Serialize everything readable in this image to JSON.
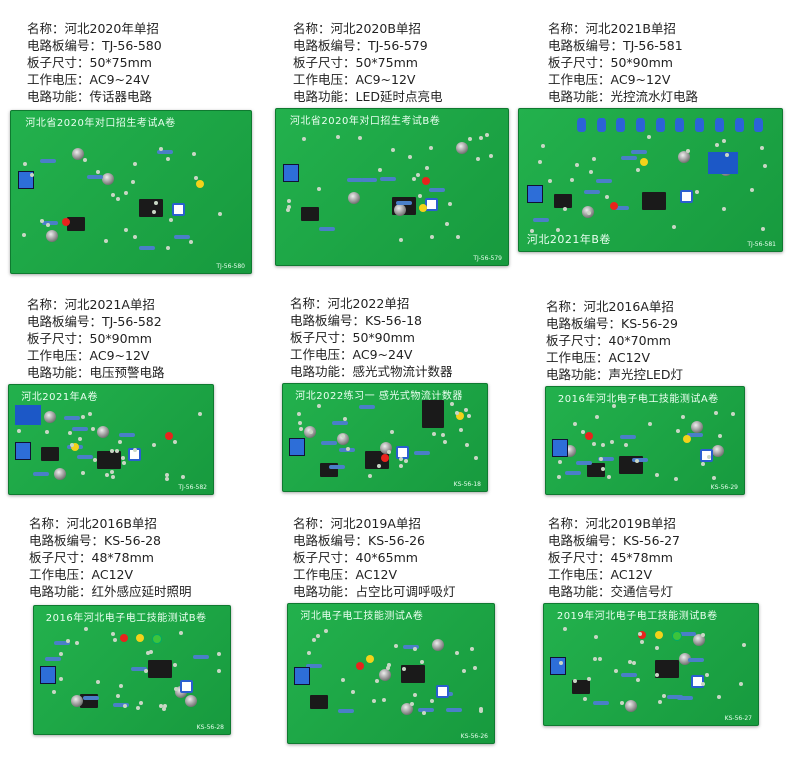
{
  "labels": {
    "name": "名称：",
    "board_no": "电路板编号：",
    "size": "板子尺寸：",
    "voltage": "工作电压：",
    "function": "电路功能："
  },
  "items": [
    {
      "name": "河北2020年单招",
      "board_no": "TJ-56-580",
      "size": "50*75mm",
      "voltage": "AC9~24V",
      "function": "传话器电路",
      "silk": "河北省2020年对口招生考试A卷",
      "code": "TJ-56-580"
    },
    {
      "name": "河北2020B单招",
      "board_no": "TJ-56-579",
      "size": "50*75mm",
      "voltage": "AC9~12V",
      "function": "LED延时点亮电",
      "silk": "河北省2020年对口招生考试B卷",
      "code": "TJ-56-579"
    },
    {
      "name": "河北2021B单招",
      "board_no": "TJ-56-581",
      "size": "50*90mm",
      "voltage": "AC9~12V",
      "function": "光控流水灯电路",
      "silk": "河北2021年B卷",
      "code": "TJ-56-581"
    },
    {
      "name": "河北2021A单招",
      "board_no": "TJ-56-582",
      "size": "50*90mm",
      "voltage": "AC9~12V",
      "function": "电压预警电路",
      "silk": "河北2021年A卷",
      "code": "TJ-56-582"
    },
    {
      "name": "河北2022单招",
      "board_no": "KS-56-18",
      "size": "50*90mm",
      "voltage": "AC9~24V",
      "function": "感光式物流计数器",
      "silk": "河北2022练习一 感光式物流计数器",
      "code": "KS-56-18"
    },
    {
      "name": "河北2016A单招",
      "board_no": "KS-56-29",
      "size": "40*70mm",
      "voltage": "AC12V",
      "function": "声光控LED灯",
      "silk": "2016年河北电子电工技能测试A卷",
      "code": "KS-56-29"
    },
    {
      "name": "河北2016B单招",
      "board_no": "KS-56-28",
      "size": "48*78mm",
      "voltage": "AC12V",
      "function": "红外感应延时照明",
      "silk": "2016年河北电子电工技能测试B卷",
      "code": "KS-56-28"
    },
    {
      "name": "河北2019A单招",
      "board_no": "KS-56-26",
      "size": "40*65mm",
      "voltage": "AC12V",
      "function": "占空比可调呼吸灯",
      "silk": "河北电子电工技能测试A卷",
      "code": "KS-56-26"
    },
    {
      "name": "河北2019B单招",
      "board_no": "KS-56-27",
      "size": "45*78mm",
      "voltage": "AC12V",
      "function": "交通信号灯",
      "silk": "2019年河北电子电工技能测试B卷",
      "code": "KS-56-27"
    }
  ],
  "colors": {
    "pcb": "#1fa646",
    "silk": "#eafff0"
  }
}
